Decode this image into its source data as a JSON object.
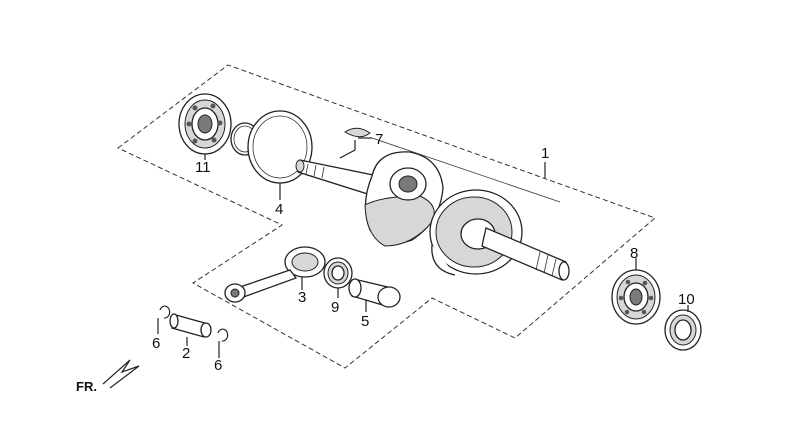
{
  "diagram": {
    "orientation_label": "FR.",
    "callouts": [
      {
        "id": "callout-1",
        "text": "1"
      },
      {
        "id": "callout-2",
        "text": "2"
      },
      {
        "id": "callout-3",
        "text": "3"
      },
      {
        "id": "callout-4",
        "text": "4"
      },
      {
        "id": "callout-5",
        "text": "5"
      },
      {
        "id": "callout-6a",
        "text": "6"
      },
      {
        "id": "callout-6b",
        "text": "6"
      },
      {
        "id": "callout-7",
        "text": "7"
      },
      {
        "id": "callout-8",
        "text": "8"
      },
      {
        "id": "callout-9",
        "text": "9"
      },
      {
        "id": "callout-10",
        "text": "10"
      },
      {
        "id": "callout-11",
        "text": "11"
      }
    ]
  }
}
